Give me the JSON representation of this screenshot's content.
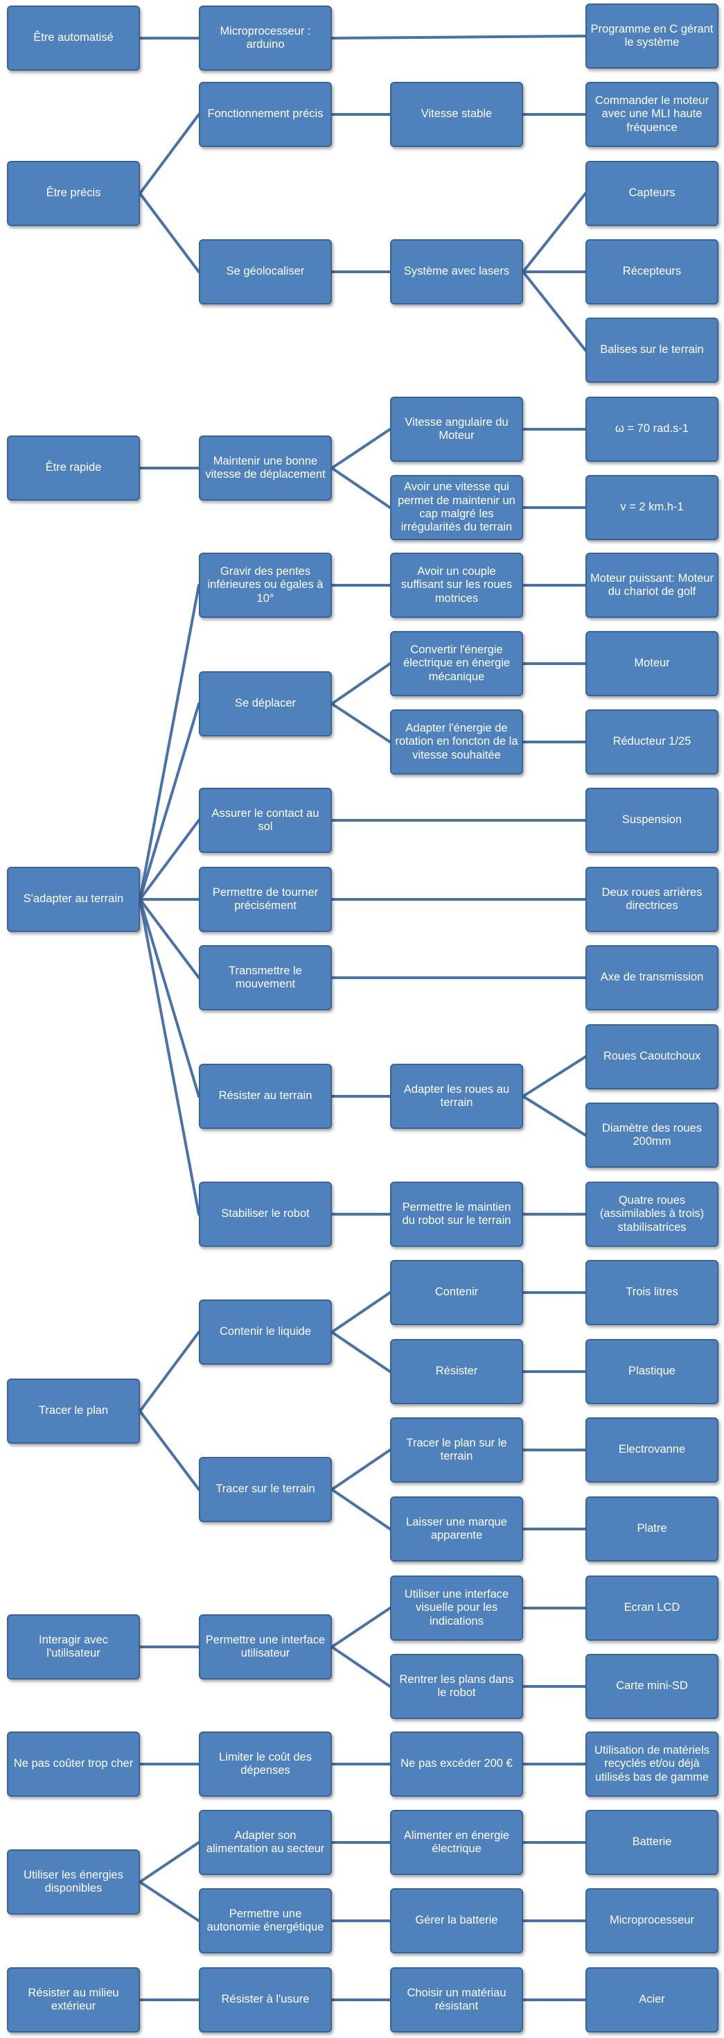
{
  "colors": {
    "box_fill": "#4f81bd",
    "box_border": "#3a6496",
    "connector": "#4a72a6",
    "text": "#ffffff"
  },
  "nodes": {
    "n1": "Être automatisé",
    "n2": "Microprocesseur : arduino",
    "n3": "Programme en C gérant le système",
    "n4": "Être précis",
    "n5": "Fonctionnement précis",
    "n6": "Vitesse stable",
    "n7": "Commander le moteur avec une MLI haute fréquence",
    "n8": "Se géolocaliser",
    "n9": "Système avec lasers",
    "n10": "Capteurs",
    "n11": "Récepteurs",
    "n12": "Balises sur le terrain",
    "n13": "Être rapide",
    "n14": "Maintenir une bonne vitesse de déplacement",
    "n15": "Vitesse angulaire  du Moteur",
    "n16": "ω = 70 rad.s-1",
    "n17": "Avoir une vitesse qui permet de  maintenir un cap malgré les irrégularités du terrain",
    "n18": "v = 2 km.h-1",
    "n19": "Gravir des pentes inférieures ou égales à 10°",
    "n20": "Avoir un couple suffisant sur les roues motrices",
    "n21": "Moteur puissant: Moteur du chariot de golf",
    "n22": "Se déplacer",
    "n23": "Convertir l'énergie électrique en énergie mécanique",
    "n24": "Moteur",
    "n25": "Adapter l'énergie de rotation en foncton de la vitesse souhaitée",
    "n26": "Réducteur 1/25",
    "n27": "Assurer le contact au sol",
    "n28": "Suspension",
    "n29": "S'adapter au terrain",
    "n30": "Permettre de tourner précisément",
    "n31": "Deux roues arrières directrices",
    "n32": "Transmettre le mouvement",
    "n33": "Axe de transmission",
    "n34": "Résister au terrain",
    "n35": "Adapter les roues au terrain",
    "n36": "Roues Caoutchoux",
    "n37": "Diamètre des roues 200mm",
    "n38": "Stabiliser le robot",
    "n39": "Permettre le maintien du robot sur le terrain",
    "n40": "Quatre roues (assimilables à trois) stabilisatrices",
    "n41": "Contenir",
    "n42": "Trois litres",
    "n43": "Contenir le liquide",
    "n44": "Résister",
    "n45": "Plastique",
    "n46": "Tracer le plan",
    "n47": "Tracer le plan sur le terrain",
    "n48": "Electrovanne",
    "n49": "Tracer sur le terrain",
    "n50": "Laisser une marque apparente",
    "n51": "Platre",
    "n52": "Utiliser une interface visuelle  pour les indications",
    "n53": "Ecran LCD",
    "n54": "Interagir avec l'utilisateur",
    "n55": "Permettre une interface utilisateur",
    "n56": "Rentrer les plans dans le robot",
    "n57": "Carte mini-SD",
    "n58": "Ne pas coûter trop cher",
    "n59": "Limiter le coût des dépenses",
    "n60": "Ne pas excéder 200 €",
    "n61": "Utilisation de matériels recyclés et/ou déjà utilisés bas de gamme",
    "n62": "Adapter son alimentation au secteur",
    "n63": "Alimenter en énergie électrique",
    "n64": "Batterie",
    "n65": "Utiliser les énergies disponibles",
    "n66": "Permettre une autonomie énergétique",
    "n67": "Gérer la batterie",
    "n68": "Microprocesseur",
    "n69": "Résister au milieu extérieur",
    "n70": "Résister à l'usure",
    "n71": "Choisir un matériau résistant",
    "n72": "Acier"
  }
}
